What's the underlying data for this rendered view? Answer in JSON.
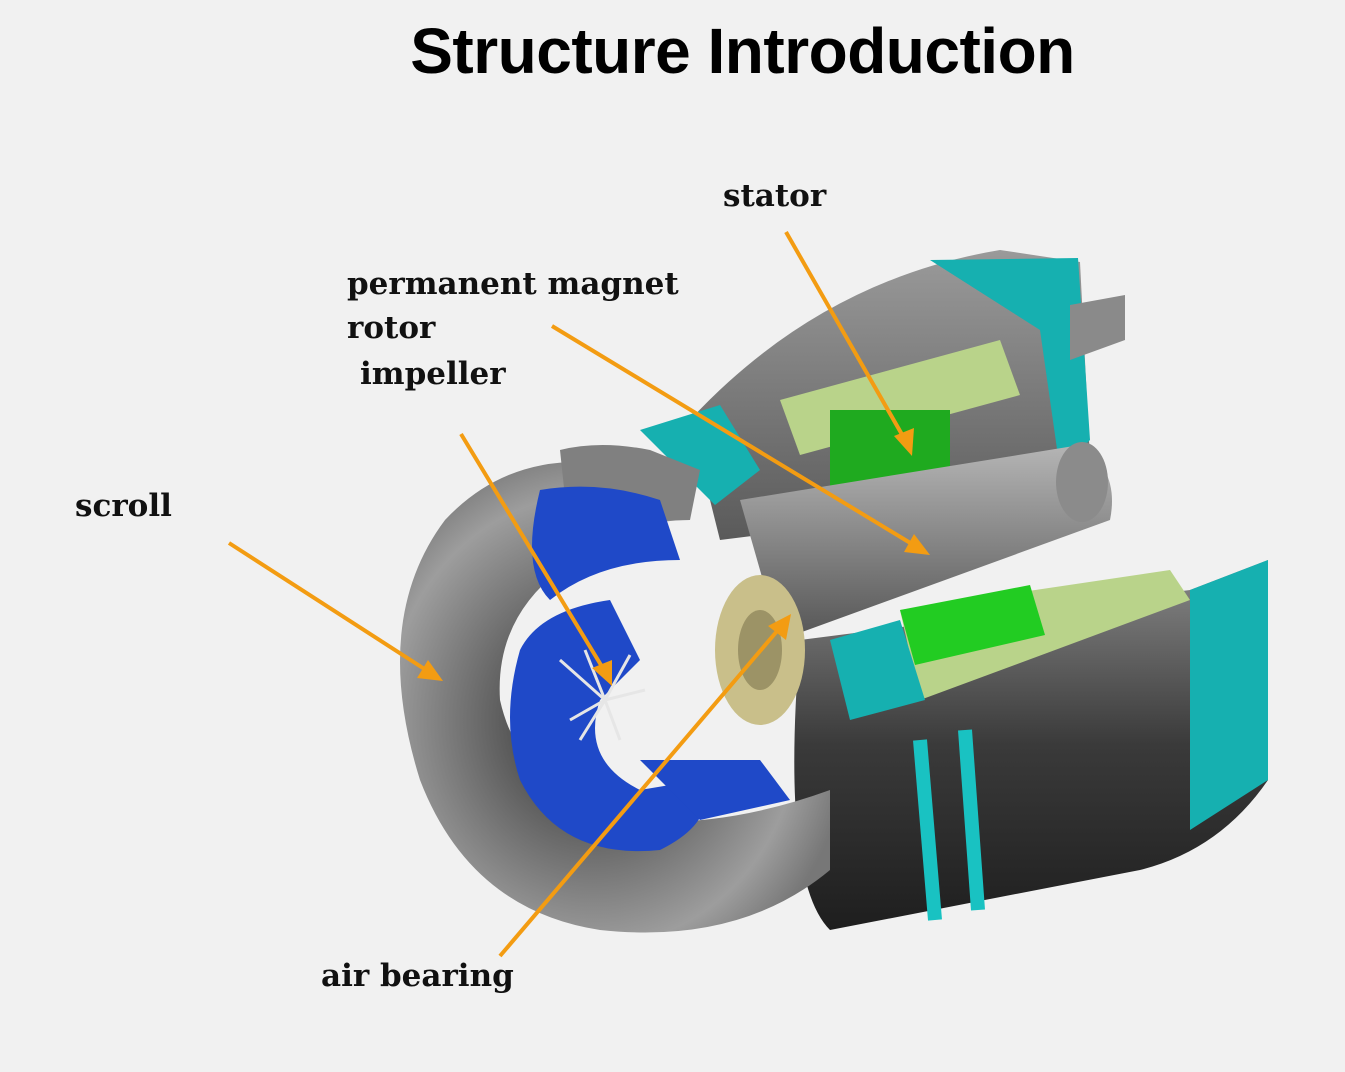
{
  "title": "Structure Introduction",
  "labels": {
    "stator": "stator",
    "permanent_magnet": "permanent magnet",
    "rotor": "rotor",
    "impeller": "impeller",
    "scroll": "scroll",
    "air_bearing": "air bearing"
  },
  "colors": {
    "background": "#f1f1f1",
    "arrow": "#f39c12",
    "housing_cyan": "#19b3b3",
    "impeller_blue": "#1f49c8",
    "stator_green": "#22bb22",
    "casing_gray": "#7a7a7a",
    "bearing_tan": "#c9bf8a"
  }
}
